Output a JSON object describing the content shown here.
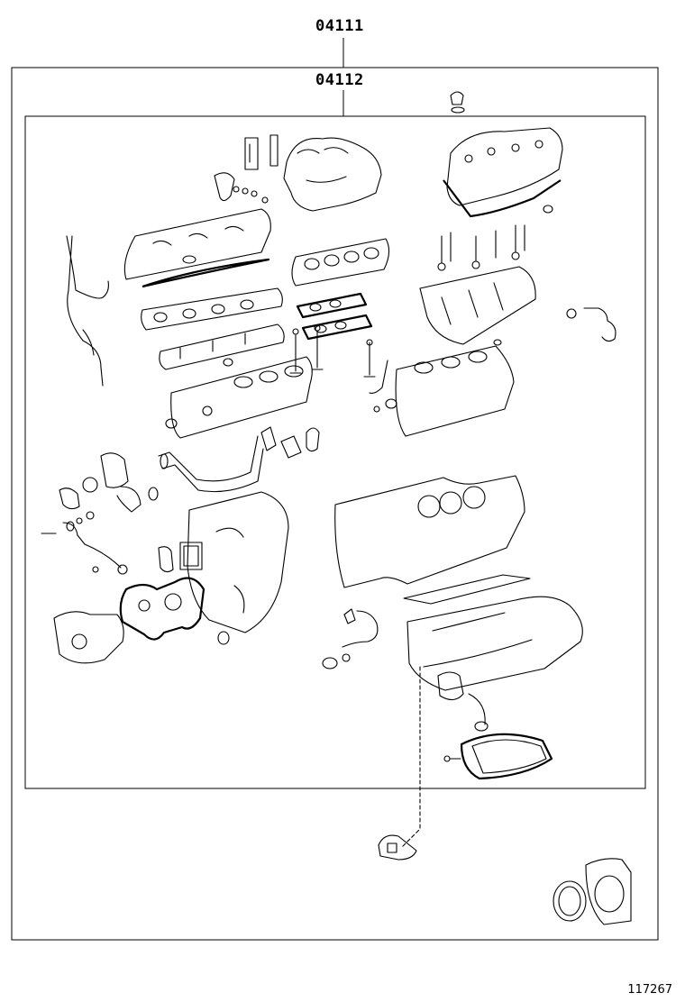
{
  "diagram": {
    "outer_kit_part_number": "04111",
    "inner_kit_part_number": "04112",
    "illustration_reference": "117267"
  }
}
